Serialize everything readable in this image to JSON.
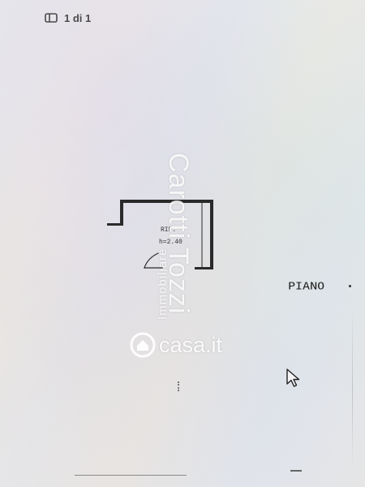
{
  "viewer": {
    "page_counter": "1 di 1",
    "page_icon": "sidebar-panel-icon"
  },
  "floorplan": {
    "room_label_line1": "RIP.",
    "room_label_line2": "h=2.40",
    "floor_label": "PIANO"
  },
  "watermark": {
    "brand": "Carotti Tozzi",
    "subtitle": "Immobiliare",
    "portal": "casa.it",
    "portal_icon": "house-icon"
  },
  "cursor": {
    "icon": "mouse-pointer-icon"
  },
  "colors": {
    "background": "#e8e9ea",
    "ink": "#222222",
    "watermark": "#ffffff"
  }
}
